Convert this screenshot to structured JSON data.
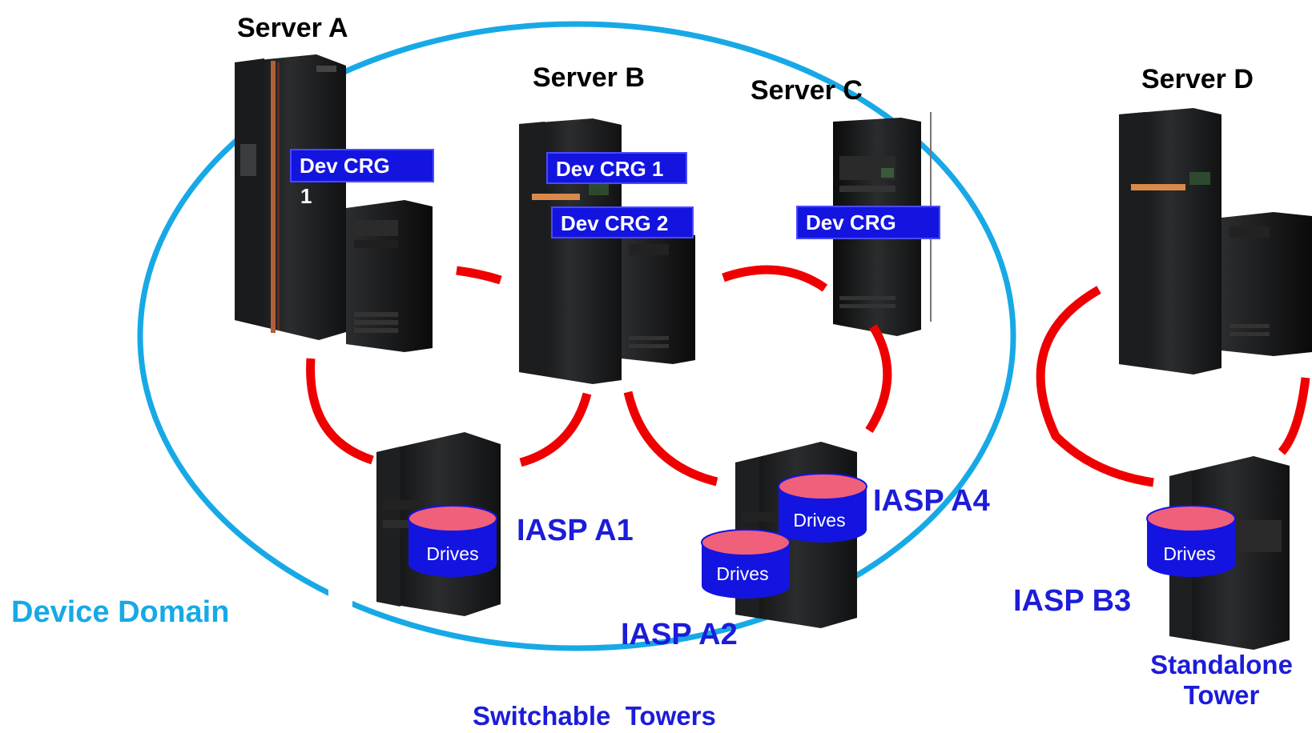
{
  "servers": {
    "a": "Server A",
    "b": "Server B",
    "c": "Server C",
    "d": "Server D"
  },
  "crg": {
    "a_line1": "Dev CRG",
    "a_line2": "1",
    "b1": "Dev CRG 1",
    "b2": "Dev CRG 2",
    "c": "Dev CRG"
  },
  "iasp": {
    "a1": "IASP A1",
    "a2": "IASP A2",
    "a4": "IASP A4",
    "b3": "IASP B3"
  },
  "drives_label": "Drives",
  "labels": {
    "device_domain": "Device Domain",
    "switchable_towers": "Switchable  Towers",
    "standalone_line1": "Standalone",
    "standalone_line2": "Tower"
  },
  "colors": {
    "domain_ellipse": "#17a9e6",
    "connection": "#ee0000",
    "crg_box": "#1414e0",
    "drive": "#f0607a",
    "drive_fill": "#1414e0"
  }
}
